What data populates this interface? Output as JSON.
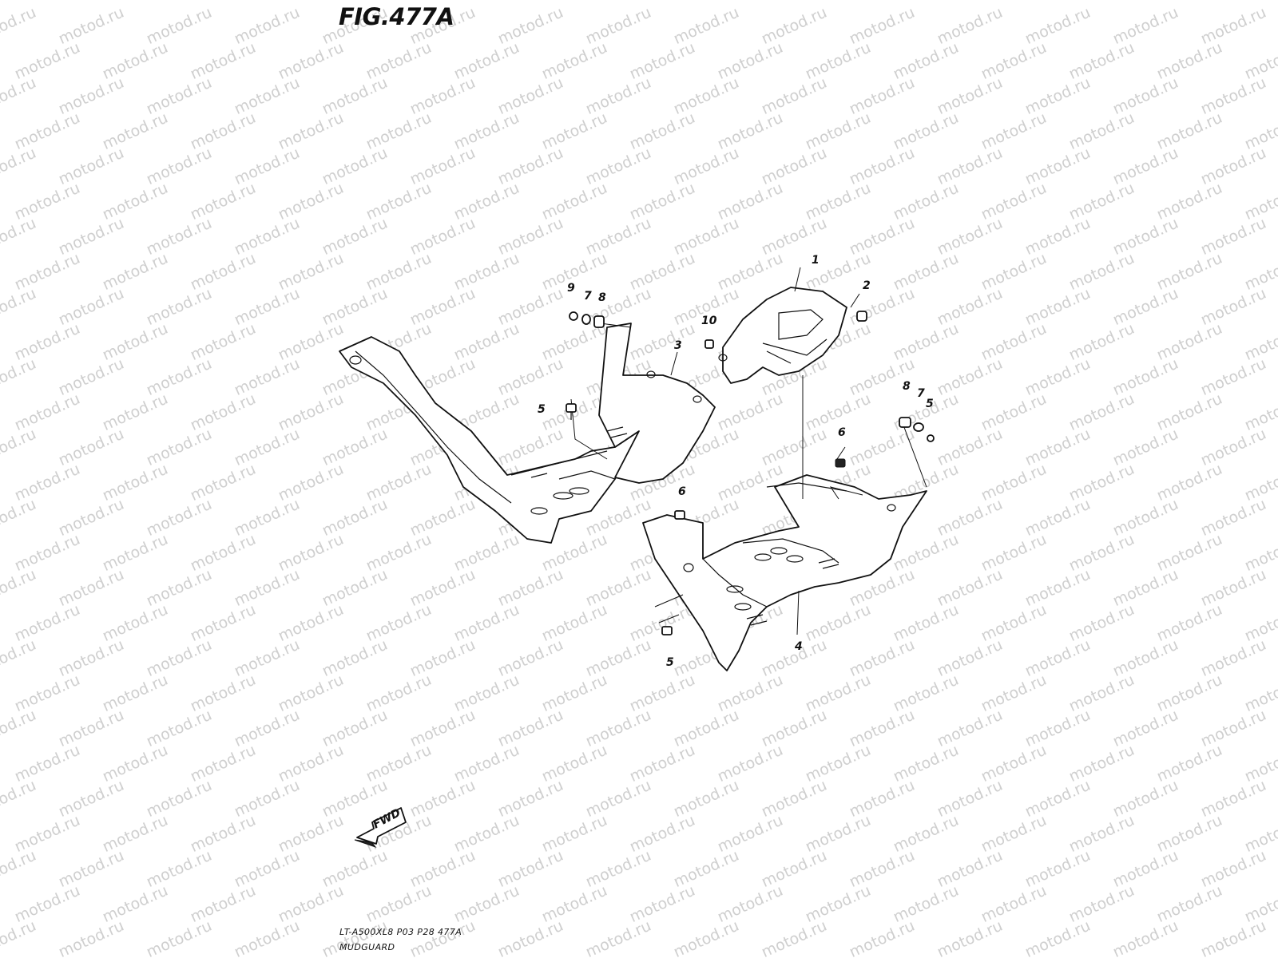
{
  "figure": {
    "title": "FIG.477A",
    "watermark": "motod.ru"
  },
  "callouts": {
    "c1": "1",
    "c2": "2",
    "c3": "3",
    "c4": "4",
    "c5a": "5",
    "c5b": "5",
    "c5c": "5",
    "c6a": "6",
    "c6b": "6",
    "c7a": "7",
    "c7b": "7",
    "c8a": "8",
    "c8b": "8",
    "c9": "9",
    "c10": "10"
  },
  "direction_arrow": {
    "label": "FWD",
    "icon": "forward-arrow-icon"
  },
  "footer": {
    "code": "LT-A500XL8  P03  P28  477A",
    "name": "MUDGUARD"
  }
}
